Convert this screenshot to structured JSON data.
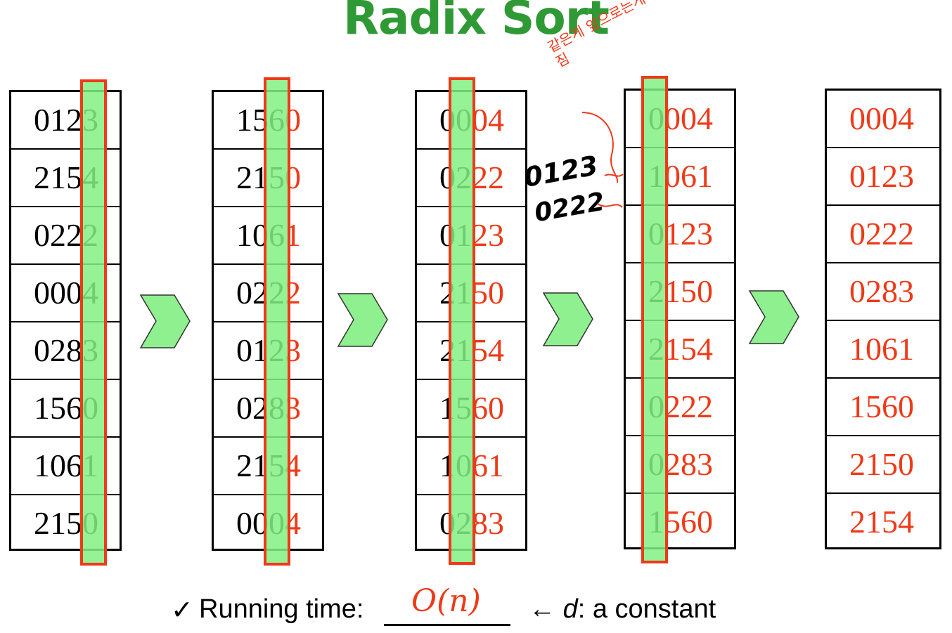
{
  "title": "Radix Sort",
  "passes": [
    {
      "rows": [
        [
          "012",
          "3"
        ],
        [
          "215",
          "4"
        ],
        [
          "022",
          "2"
        ],
        [
          "000",
          "4"
        ],
        [
          "028",
          "3"
        ],
        [
          "156",
          "0"
        ],
        [
          "106",
          "1"
        ],
        [
          "215",
          "0"
        ]
      ],
      "red_from": 99
    },
    {
      "rows": [
        [
          "156",
          "0"
        ],
        [
          "215",
          "0"
        ],
        [
          "106",
          "1"
        ],
        [
          "022",
          "2"
        ],
        [
          "012",
          "3"
        ],
        [
          "028",
          "3"
        ],
        [
          "215",
          "4"
        ],
        [
          "000",
          "4"
        ]
      ]
    },
    {
      "rows": [
        [
          "00",
          "04"
        ],
        [
          "02",
          "22"
        ],
        [
          "01",
          "23"
        ],
        [
          "21",
          "50"
        ],
        [
          "21",
          "54"
        ],
        [
          "15",
          "60"
        ],
        [
          "10",
          "61"
        ],
        [
          "02",
          "83"
        ]
      ]
    },
    {
      "rows": [
        [
          "0",
          "004"
        ],
        [
          "1",
          "061"
        ],
        [
          "0",
          "123"
        ],
        [
          "2",
          "150"
        ],
        [
          "2",
          "154"
        ],
        [
          "0",
          "222"
        ],
        [
          "0",
          "283"
        ],
        [
          "1",
          "560"
        ]
      ]
    },
    {
      "rows": [
        [
          "",
          "0004"
        ],
        [
          "",
          "0123"
        ],
        [
          "",
          "0222"
        ],
        [
          "",
          "0283"
        ],
        [
          "",
          "1061"
        ],
        [
          "",
          "1560"
        ],
        [
          "",
          "2150"
        ],
        [
          "",
          "2154"
        ]
      ]
    }
  ],
  "handwriting": {
    "korean_note": "같은게 앞으로는게 가져짐",
    "num1": "0123",
    "num2": "0222"
  },
  "footer": {
    "check": "✓",
    "label": "Running time:",
    "answer": "O(n)",
    "rest_arrow": "←",
    "rest_var": "d",
    "rest_text": ": a constant"
  },
  "colors": {
    "title": "#2f9a35",
    "highlight": "#ee3a19",
    "column": "#82f082"
  }
}
